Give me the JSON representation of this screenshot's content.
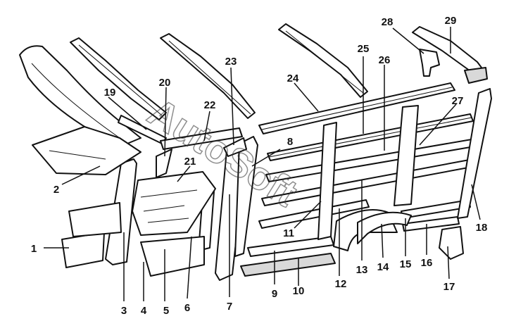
{
  "diagram": {
    "watermark": "AutoSoft",
    "callouts": [
      "1",
      "2",
      "3",
      "4",
      "5",
      "6",
      "7",
      "8",
      "9",
      "10",
      "11",
      "12",
      "13",
      "14",
      "15",
      "16",
      "17",
      "18",
      "19",
      "20",
      "21",
      "22",
      "23",
      "24",
      "25",
      "26",
      "27",
      "28",
      "29"
    ]
  }
}
